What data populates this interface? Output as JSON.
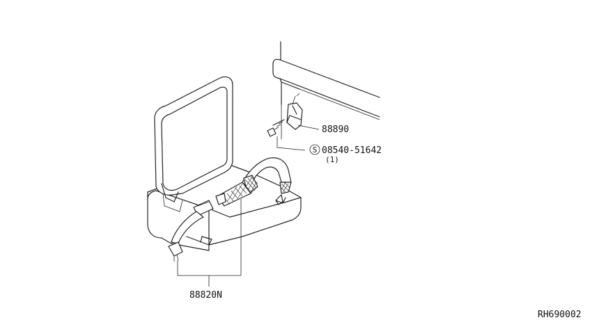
{
  "diagram": {
    "callouts": {
      "bracket": "88890",
      "bolt": "08540-51642",
      "bolt_symbol": "S",
      "bolt_qty": "(1)",
      "seat_belt": "88820N"
    },
    "figure_code": "RH690002"
  }
}
